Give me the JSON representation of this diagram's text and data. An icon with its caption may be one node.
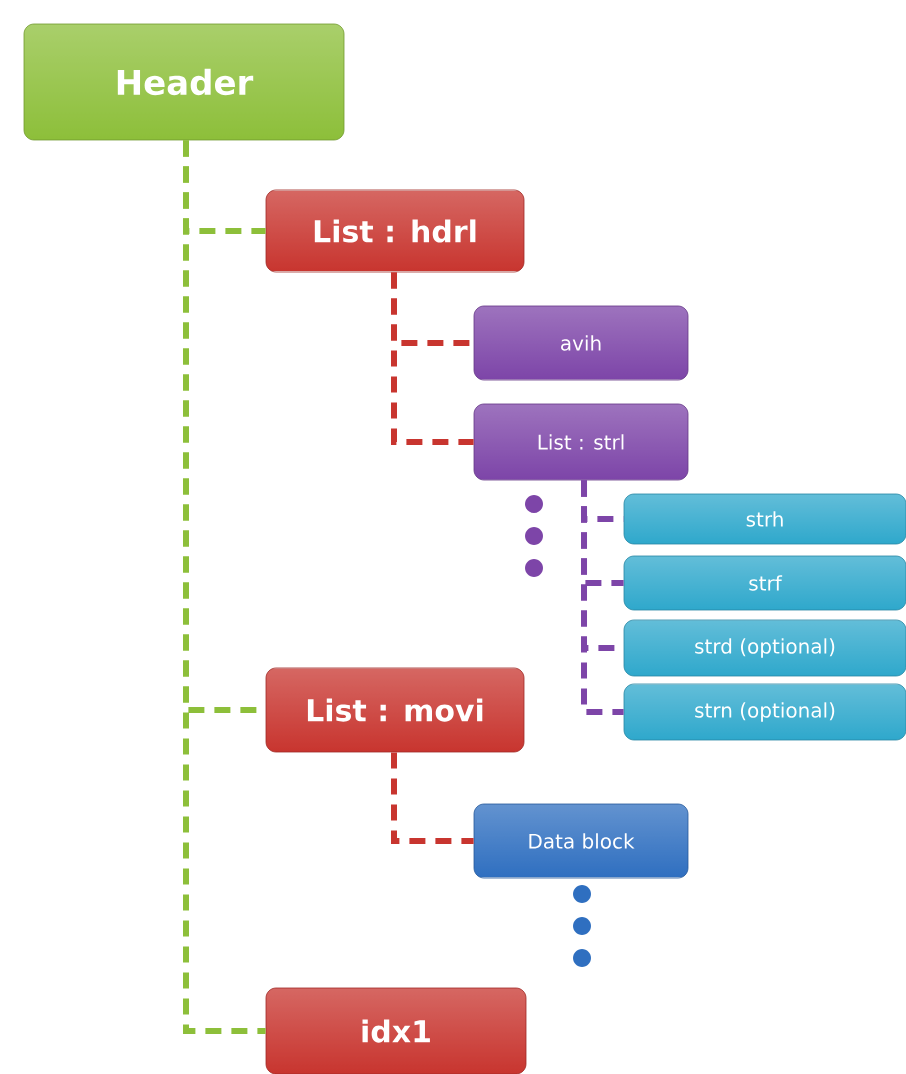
{
  "diagram": {
    "nodes": [
      {
        "text": [
          "Header"
        ]
      },
      {
        "text": [
          "List : hdrl"
        ]
      },
      {
        "text": [
          "avih"
        ]
      },
      {
        "text": [
          "List : strl"
        ]
      },
      {
        "text": [
          "strh"
        ]
      },
      {
        "text": [
          "strf"
        ]
      },
      {
        "text": [
          "strd (optional)"
        ]
      },
      {
        "text": [
          "strn (optional)"
        ]
      },
      {
        "text": [
          "List : movi"
        ]
      },
      {
        "text": [
          "Data block"
        ]
      },
      {
        "text": [
          "idx1"
        ]
      }
    ],
    "edges": [
      {
        "from": 0,
        "to": 1,
        "arrow": "none",
        "style": "dashed",
        "color": "#8dbf3a"
      },
      {
        "from": 0,
        "to": 8,
        "arrow": "none",
        "style": "dashed",
        "color": "#8dbf3a"
      },
      {
        "from": 0,
        "to": 10,
        "arrow": "none",
        "style": "dashed",
        "color": "#8dbf3a"
      },
      {
        "from": 1,
        "to": 2,
        "arrow": "none",
        "style": "dashed",
        "color": "#c8352f"
      },
      {
        "from": 1,
        "to": 3,
        "arrow": "none",
        "style": "dashed",
        "color": "#c8352f"
      },
      {
        "from": 3,
        "to": 4,
        "arrow": "none",
        "style": "dashed",
        "color": "#7d45a8"
      },
      {
        "from": 3,
        "to": 5,
        "arrow": "none",
        "style": "dashed",
        "color": "#7d45a8"
      },
      {
        "from": 3,
        "to": 6,
        "arrow": "none",
        "style": "dashed",
        "color": "#7d45a8"
      },
      {
        "from": 3,
        "to": 7,
        "arrow": "none",
        "style": "dashed",
        "color": "#7d45a8"
      },
      {
        "from": 8,
        "to": 9,
        "arrow": "none",
        "style": "dashed",
        "color": "#c8352f"
      }
    ]
  }
}
